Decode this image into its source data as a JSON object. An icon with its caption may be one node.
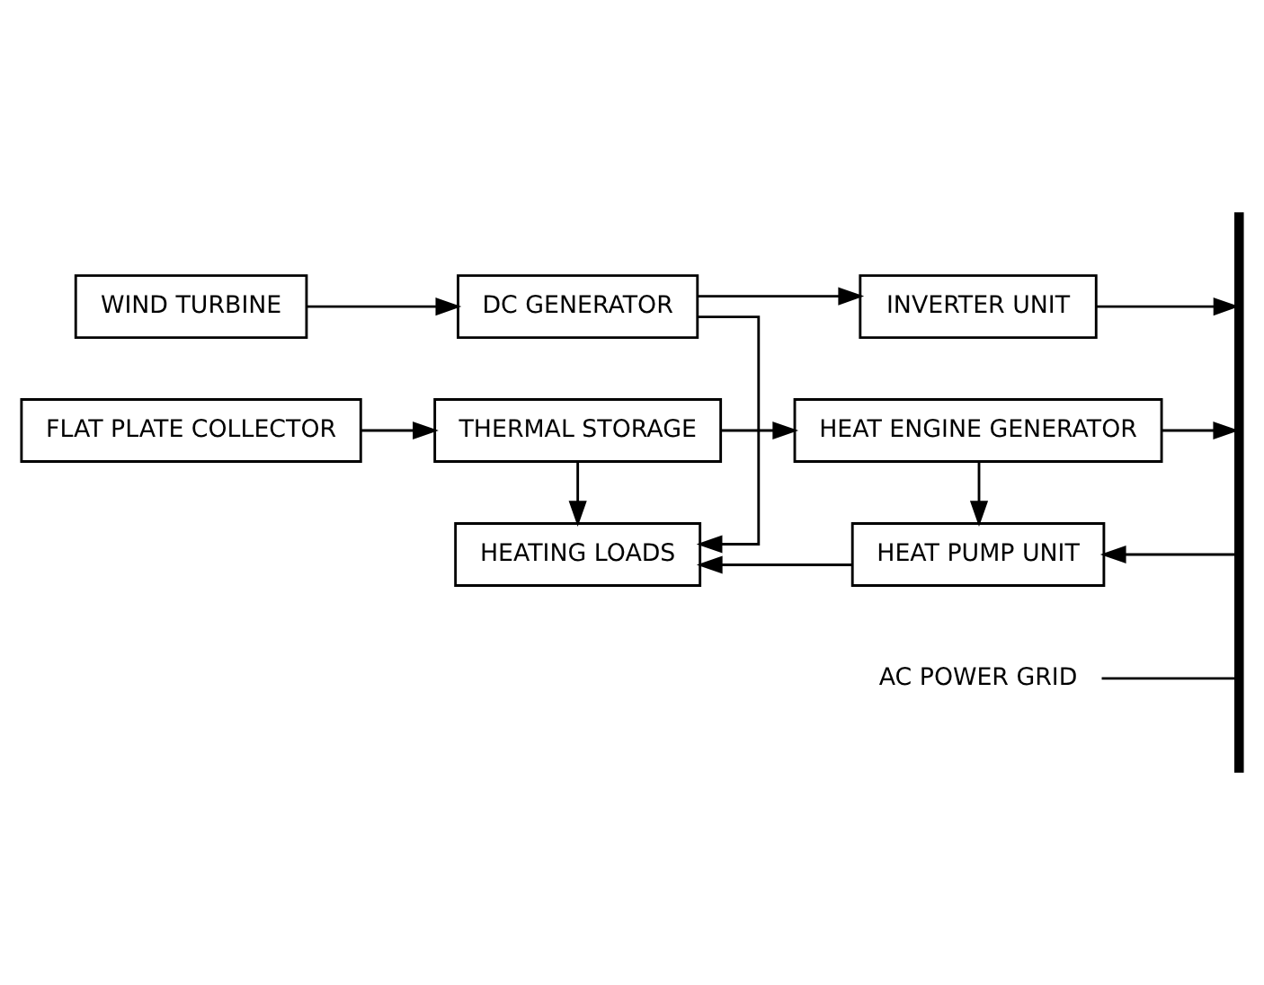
{
  "diagram": {
    "nodes": [
      {
        "text": [
          "WIND TURBINE"
        ]
      },
      {
        "text": [
          "DC GENERATOR"
        ]
      },
      {
        "text": [
          "INVERTER UNIT"
        ]
      },
      {
        "text": [
          "HEATING LOADS"
        ]
      },
      {
        "text": [
          "HEAT PUMP UNIT"
        ]
      },
      {
        "text": [
          "FLAT PLATE COLLECTOR"
        ]
      },
      {
        "text": [
          "THERMAL STORAGE"
        ]
      },
      {
        "text": [
          "HEAT ENGINE GENERATOR"
        ]
      },
      {
        "text": [
          "AC POWER GRID"
        ]
      },
      {
        "text": [],
        "shape": "bar"
      }
    ],
    "edges": [
      {
        "from": 0,
        "to": 1,
        "arrow": "to"
      },
      {
        "from": 1,
        "to": 2,
        "arrow": "to"
      },
      {
        "from": 2,
        "to": 9,
        "arrow": "to"
      },
      {
        "from": 1,
        "to": 3,
        "arrow": "to"
      },
      {
        "from": 4,
        "to": 3,
        "arrow": "to"
      },
      {
        "from": 9,
        "to": 4,
        "arrow": "to"
      },
      {
        "from": 5,
        "to": 6,
        "arrow": "to"
      },
      {
        "from": 6,
        "to": 3,
        "arrow": "to"
      },
      {
        "from": 6,
        "to": 7,
        "arrow": "to"
      },
      {
        "from": 7,
        "to": 4,
        "arrow": "to"
      },
      {
        "from": 7,
        "to": 9,
        "arrow": "to"
      },
      {
        "from": 8,
        "to": 9,
        "arrow": "none"
      }
    ]
  }
}
